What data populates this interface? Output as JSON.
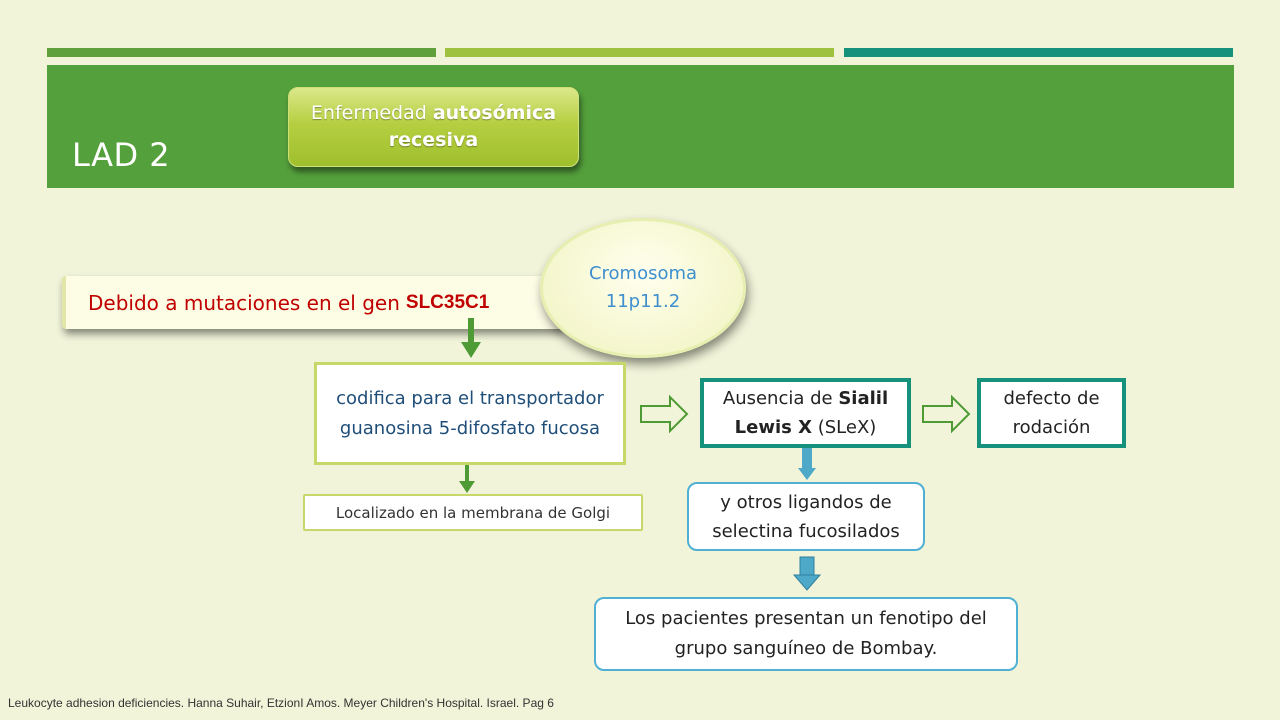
{
  "slide": {
    "title": "LAD 2",
    "inheritance_badge": {
      "prefix": "Enfermedad ",
      "bold_1": "autosómica",
      "bold_2": "recesiva"
    }
  },
  "diagram": {
    "mutation": {
      "text": "Debido a mutaciones en el gen",
      "gene": "SLC35C1"
    },
    "chromosome": {
      "line_1": "Cromosoma",
      "line_2": "11p11.2"
    },
    "transporter": {
      "line_1": "codifica para el transportador",
      "line_2": "guanosina 5-difosfato fucosa"
    },
    "golgi": {
      "text": "Localizado en la membrana de Golgi"
    },
    "slex": {
      "prefix": "Ausencia de ",
      "bold_1": "Sialil",
      "bold_2": "Lewis X",
      "suffix": " (SLeX)"
    },
    "rolling_defect": {
      "line_1": "defecto de",
      "line_2": "rodación"
    },
    "ligands": {
      "line_1": "y otros ligandos de",
      "line_2": "selectina fucosilados"
    },
    "bombay": {
      "line_1": "Los pacientes presentan un fenotipo del",
      "line_2": "grupo sanguíneo de Bombay."
    }
  },
  "citation": "Leukocyte adhesion deficiencies. Hanna Suhair, EtzionI Amos. Meyer Children's Hospital. Israel. Pag 6",
  "colors": {
    "background": "#f1f4d9",
    "header_green": "#54a03c",
    "stripe_green": "#5fa03c",
    "stripe_lime": "#9fc140",
    "stripe_teal": "#15917c",
    "mutation_red": "#c00000",
    "chromosome_blue": "#3f8fcf",
    "transporter_navy": "#1f4e79",
    "arrow_green": "#4e9a35",
    "arrow_blue": "#4ea9c9"
  }
}
